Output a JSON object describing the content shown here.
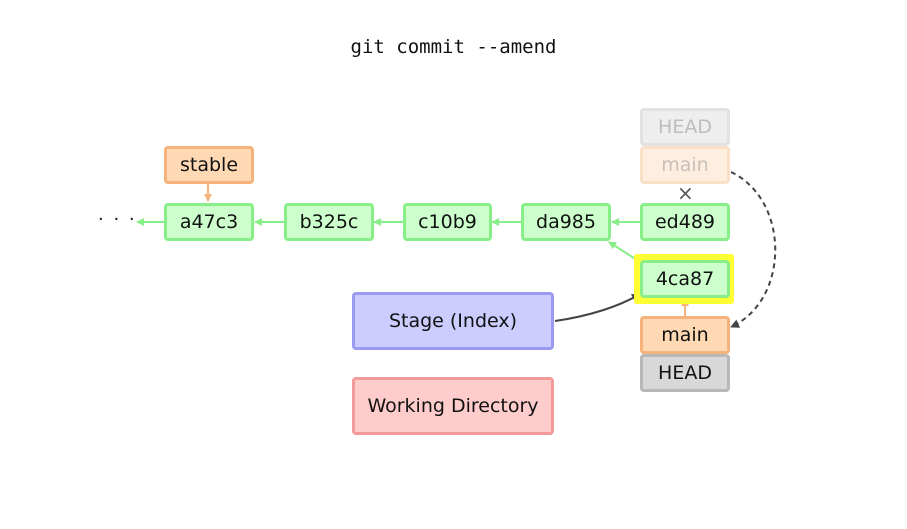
{
  "title": "git commit --amend",
  "ellipsis": "· · ·",
  "commits": {
    "c1": "a47c3",
    "c2": "b325c",
    "c3": "c10b9",
    "c4": "da985",
    "c5": "ed489",
    "new": "4ca87"
  },
  "refs": {
    "stable": "stable",
    "old_head": "HEAD",
    "old_main": "main",
    "new_main": "main",
    "new_head": "HEAD"
  },
  "areas": {
    "stage": "Stage (Index)",
    "working_directory": "Working Directory"
  },
  "cross_mark": "×",
  "colors": {
    "commit_fill": "#ccffcc",
    "commit_border": "#88ee88",
    "branch_fill": "#ffd9b3",
    "branch_border": "#f5b27a",
    "head_fill": "#d8d8d8",
    "stage_fill": "#ccccff",
    "working_directory_fill": "#ffcccc",
    "highlight": "#ffff33"
  }
}
